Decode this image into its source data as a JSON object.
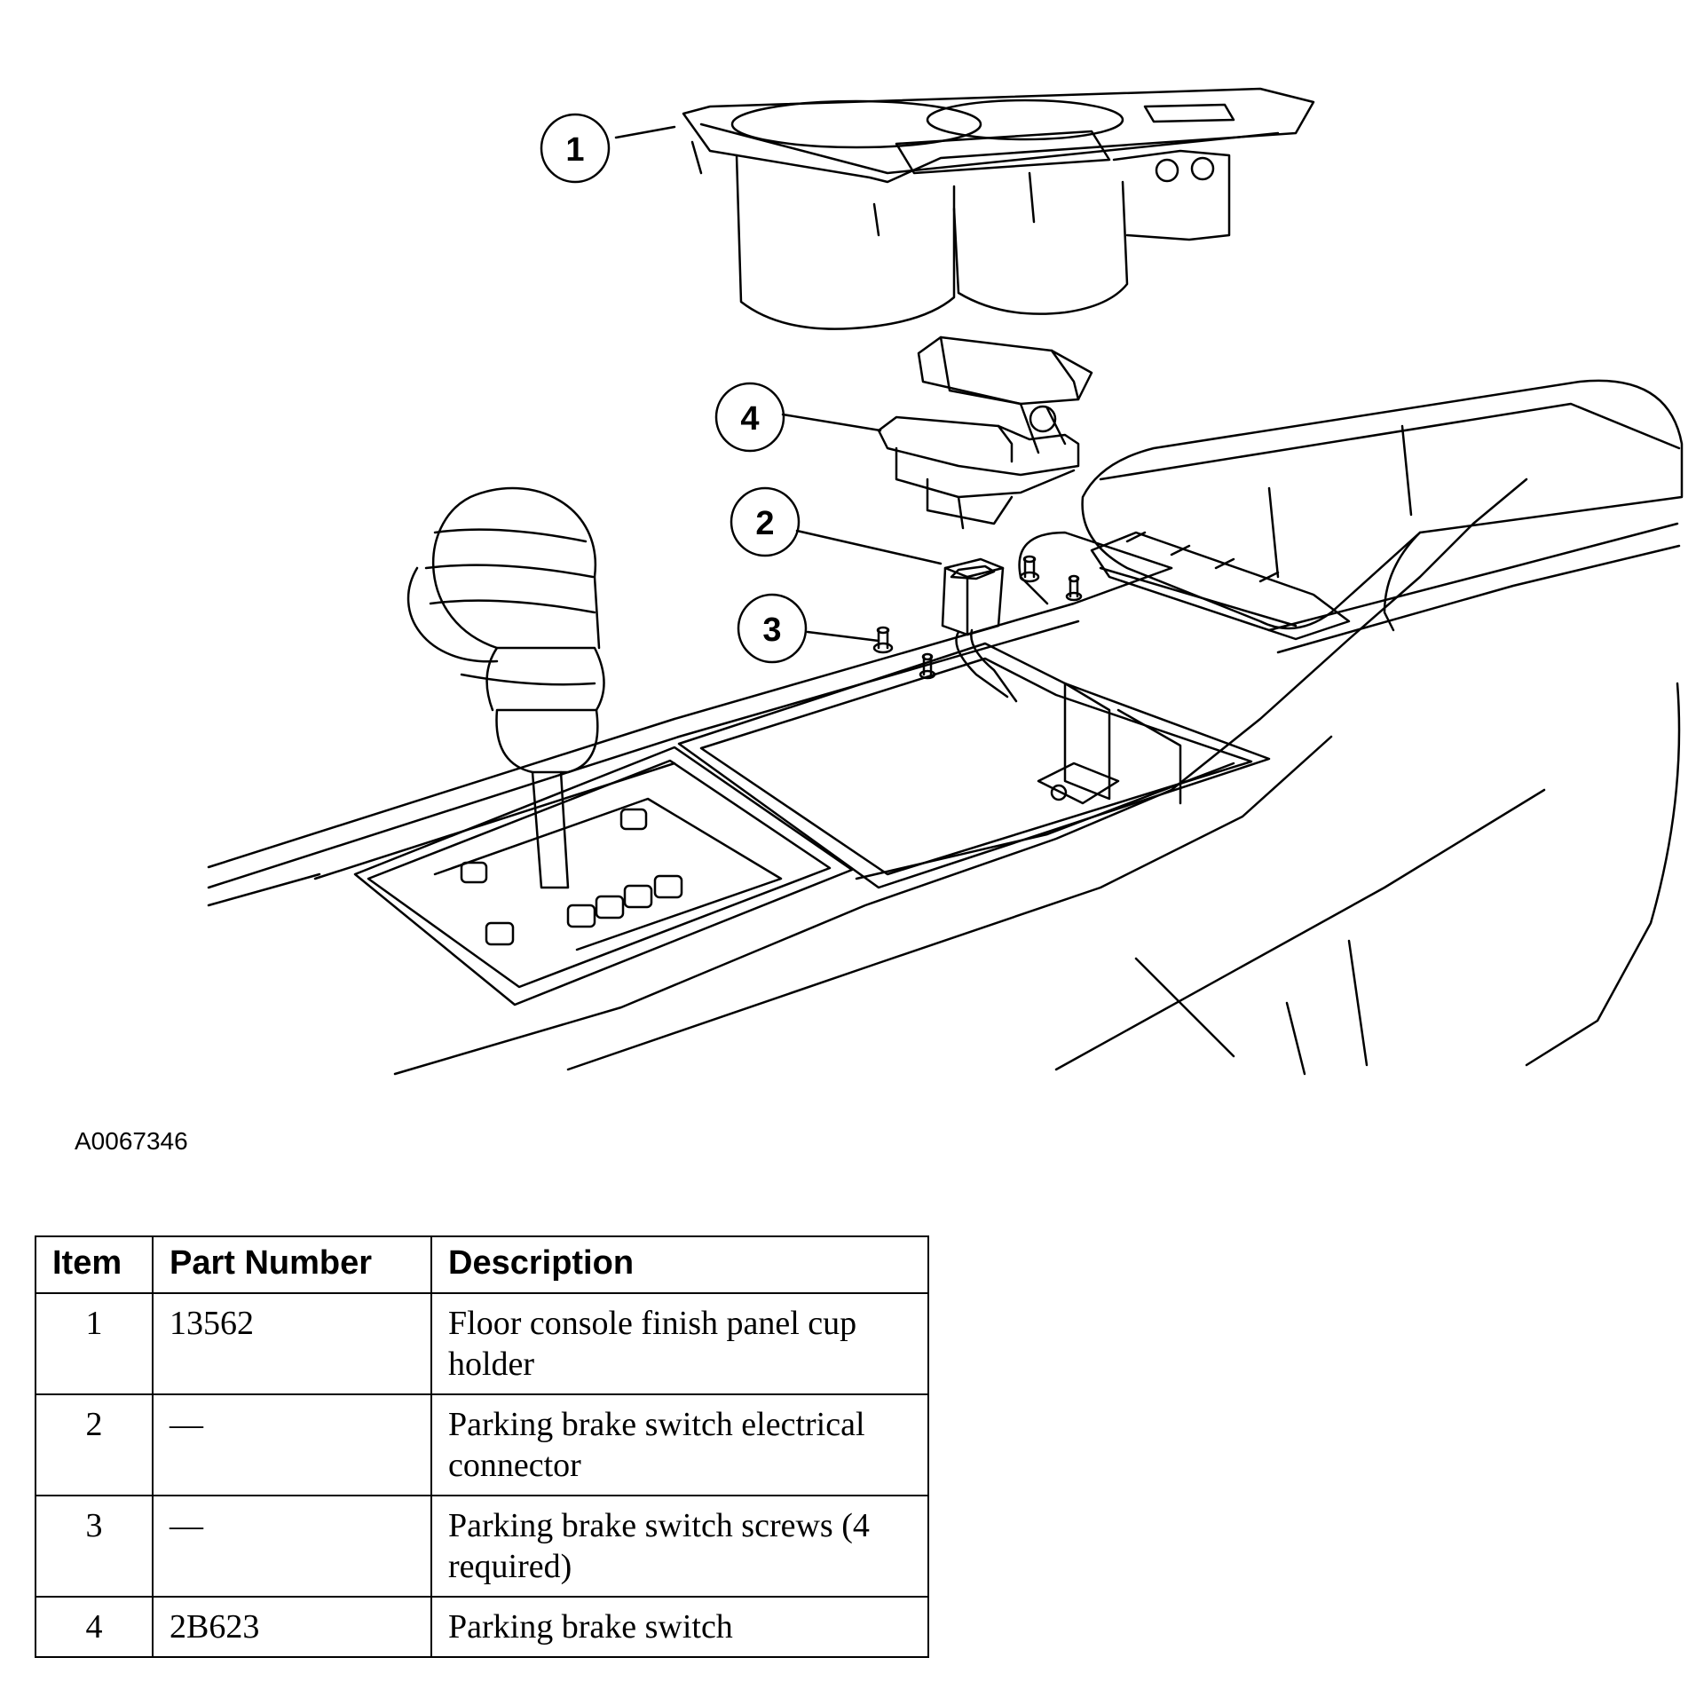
{
  "figure_id": "A0067346",
  "callouts": [
    "1",
    "4",
    "2",
    "3"
  ],
  "table": {
    "headers": [
      "Item",
      "Part Number",
      "Description"
    ],
    "rows": [
      {
        "item": "1",
        "part": "13562",
        "desc": "Floor console finish panel cup holder"
      },
      {
        "item": "2",
        "part": "—",
        "desc": "Parking brake switch electrical connector"
      },
      {
        "item": "3",
        "part": "—",
        "desc": "Parking brake switch screws (4 required)"
      },
      {
        "item": "4",
        "part": "2B623",
        "desc": "Parking brake switch"
      }
    ]
  }
}
